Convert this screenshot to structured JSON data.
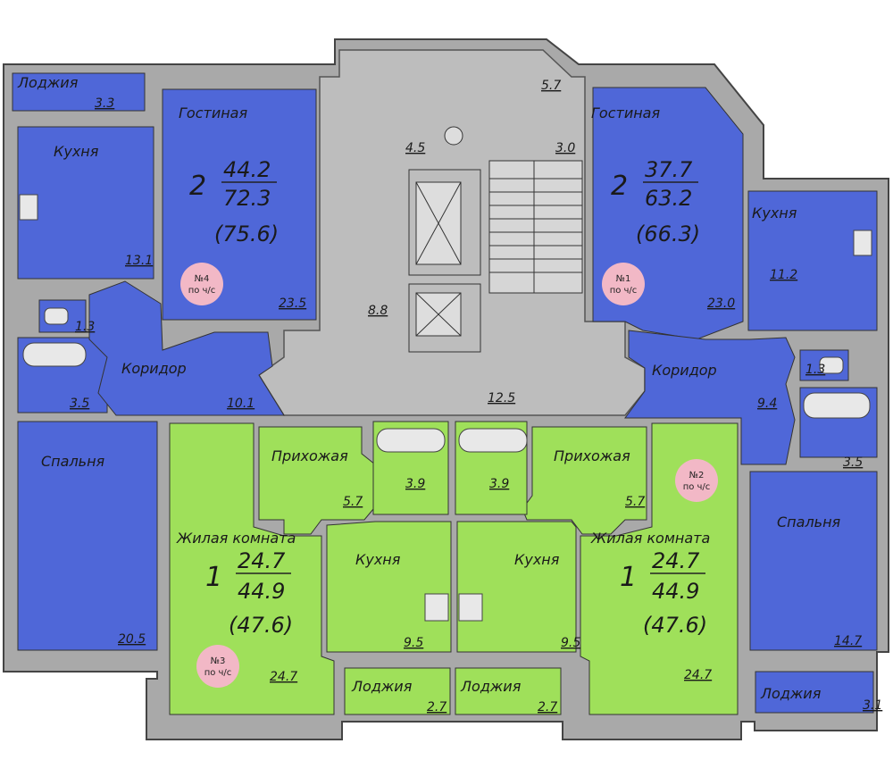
{
  "colors": {
    "blue": "#4f67d8",
    "green": "#9fe05a",
    "wall": "#a9a9a9",
    "common": "#bdbdbd",
    "badge": "#f2b8c6",
    "line": "#333333"
  },
  "rooms": {
    "loggia_tl": "Лоджия",
    "loggia_tl_area": "3.3",
    "kitchen_4": "Кухня",
    "kitchen_4_area": "13.1",
    "living_4": "Гостиная",
    "living_4_area": "23.5",
    "wc_4_area": "1.3",
    "bath_4_area": "3.5",
    "corridor_4": "Коридор",
    "corridor_4_area": "10.1",
    "bedroom_4": "Спальня",
    "bedroom_4_area": "20.5",
    "vestibule_area": "4.5",
    "hall_area": "8.8",
    "stair_area": "3.0",
    "top_area": "5.7",
    "lobby_area": "12.5",
    "living_1": "Гостиная",
    "living_1_area": "23.0",
    "kitchen_1": "Кухня",
    "kitchen_1_area": "11.2",
    "wc_1_area": "1.3",
    "corridor_1": "Коридор",
    "corridor_1_area": "9.4",
    "bath_1_area": "3.5",
    "bedroom_1": "Спальня",
    "bedroom_1_area": "14.7",
    "loggia_br": "Лоджия",
    "loggia_br_area": "3.1",
    "hall_3": "Прихожая",
    "hall_3_area": "5.7",
    "bath_3_area": "3.9",
    "room_3": "Жилая  комната",
    "room_3_area": "24.7",
    "kitchen_3": "Кухня",
    "kitchen_3_area": "9.5",
    "loggia_3": "Лоджия",
    "loggia_3_area": "2.7",
    "hall_2": "Прихожая",
    "hall_2_area": "5.7",
    "bath_2_area": "3.9",
    "room_2": "Жилая  комната",
    "room_2_area": "24.7",
    "kitchen_2": "Кухня",
    "kitchen_2_area": "9.5",
    "loggia_2": "Лоджия",
    "loggia_2_area": "2.7"
  },
  "apartments": {
    "apt4": {
      "rooms": "2",
      "living": "44.2",
      "total": "72.3",
      "total_with_loggia": "(75.6)",
      "badge_num": "№4",
      "badge_sub": "по ч/с"
    },
    "apt1": {
      "rooms": "2",
      "living": "37.7",
      "total": "63.2",
      "total_with_loggia": "(66.3)",
      "badge_num": "№1",
      "badge_sub": "по ч/с"
    },
    "apt3": {
      "rooms": "1",
      "living": "24.7",
      "total": "44.9",
      "total_with_loggia": "(47.6)",
      "badge_num": "№3",
      "badge_sub": "по ч/с"
    },
    "apt2": {
      "rooms": "1",
      "living": "24.7",
      "total": "44.9",
      "total_with_loggia": "(47.6)",
      "badge_num": "№2",
      "badge_sub": "по ч/с"
    }
  }
}
